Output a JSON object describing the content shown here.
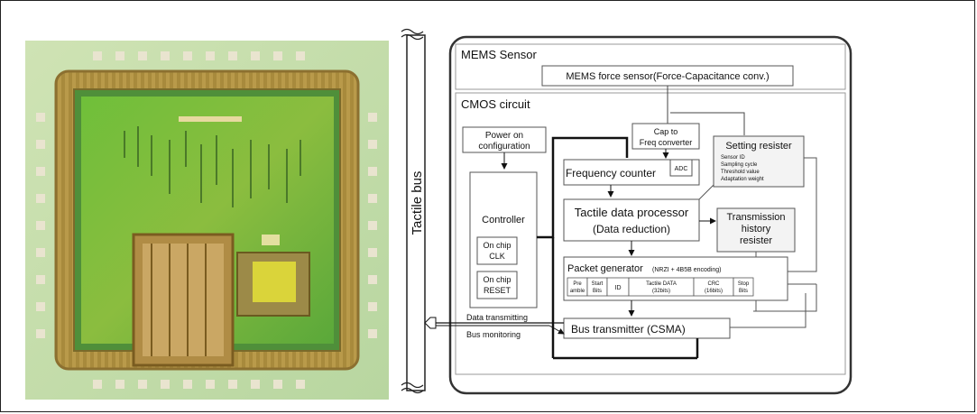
{
  "bus": {
    "label": "Tactile bus"
  },
  "mems": {
    "title": "MEMS Sensor",
    "sensor": "MEMS force sensor(Force-Capacitance conv.)"
  },
  "cmos": {
    "title": "CMOS circuit",
    "cap_conv": [
      "Cap to",
      "Freq converter"
    ],
    "power": [
      "Power on",
      "configuration"
    ],
    "controller": "Controller",
    "clk": [
      "On chip",
      "CLK"
    ],
    "reset": [
      "On chip",
      "RESET"
    ],
    "freq_counter": "Frequency counter",
    "adc": "ADC",
    "setting": {
      "title": "Setting resister",
      "items": [
        "Sensor ID",
        "Sampling cycle",
        "Threshold value",
        "Adaptation weight"
      ]
    },
    "tdp": [
      "Tactile data processor",
      "(Data reduction)"
    ],
    "history": [
      "Transmission",
      "history",
      "resister"
    ],
    "packet": {
      "title": "Packet generator",
      "encoding": "(NRZI + 4B5B encoding)",
      "fields": [
        [
          "Pre",
          "amble"
        ],
        [
          "Start",
          "Bits"
        ],
        [
          "ID"
        ],
        [
          "Tactile DATA",
          "(32bits)"
        ],
        [
          "CRC",
          "(16bits)"
        ],
        [
          "Stop",
          "Bits"
        ]
      ]
    },
    "bus_tx": "Bus transmitter (CSMA)",
    "data_tx": "Data transmitting",
    "bus_mon": "Bus monitoring"
  }
}
